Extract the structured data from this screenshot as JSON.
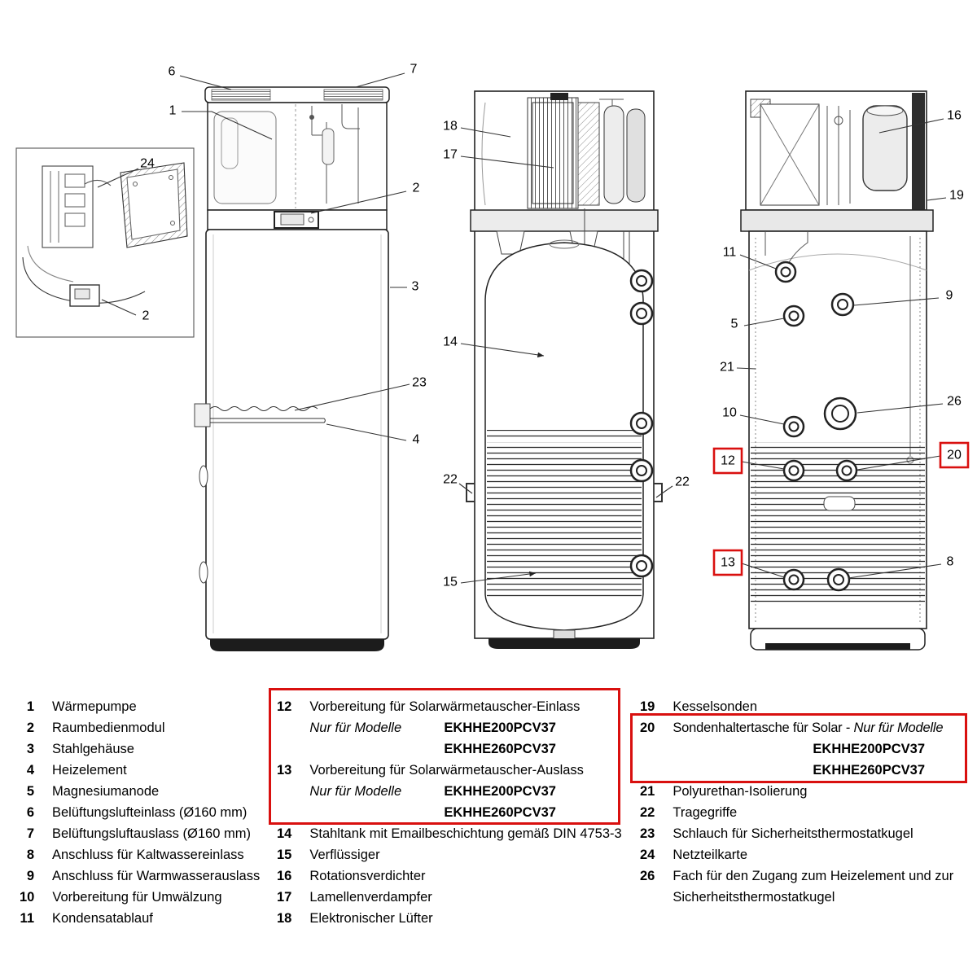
{
  "colors": {
    "highlight": "#d9100f",
    "line": "#222222"
  },
  "callouts": {
    "n1": "1",
    "n2": "2",
    "n3": "3",
    "n4": "4",
    "n5": "5",
    "n6": "6",
    "n7": "7",
    "n8": "8",
    "n9": "9",
    "n10": "10",
    "n11": "11",
    "n12": "12",
    "n13": "13",
    "n14": "14",
    "n15": "15",
    "n16": "16",
    "n17": "17",
    "n18": "18",
    "n19": "19",
    "n20": "20",
    "n21": "21",
    "n22": "22",
    "n23": "23",
    "n24": "24",
    "n26": "26"
  },
  "legend": {
    "col1": [
      {
        "num": "1",
        "text": "Wärmepumpe"
      },
      {
        "num": "2",
        "text": "Raumbedienmodul"
      },
      {
        "num": "3",
        "text": "Stahlgehäuse"
      },
      {
        "num": "4",
        "text": "Heizelement"
      },
      {
        "num": "5",
        "text": "Magnesiumanode"
      },
      {
        "num": "6",
        "text": "Belüftungslufteinlass (Ø160 mm)"
      },
      {
        "num": "7",
        "text": "Belüftungsluftauslass (Ø160 mm)"
      },
      {
        "num": "8",
        "text": "Anschluss für Kaltwassereinlass"
      },
      {
        "num": "9",
        "text": "Anschluss für Warmwasserauslass"
      },
      {
        "num": "10",
        "text": "Vorbereitung für Umwälzung"
      },
      {
        "num": "11",
        "text": "Kondensatablauf"
      }
    ],
    "col2": {
      "item12": {
        "num": "12",
        "text": "Vorbereitung für Solarwärmetauscher-Einlass",
        "note": "Nur für Modelle",
        "models": [
          "EKHHE200PCV37",
          "EKHHE260PCV37"
        ]
      },
      "item13": {
        "num": "13",
        "text": "Vorbereitung für Solarwärmetauscher-Auslass",
        "note": "Nur für Modelle",
        "models": [
          "EKHHE200PCV37",
          "EKHHE260PCV37"
        ]
      },
      "rest": [
        {
          "num": "14",
          "text": "Stahltank mit Emailbeschichtung gemäß DIN 4753-3"
        },
        {
          "num": "15",
          "text": "Verflüssiger"
        },
        {
          "num": "16",
          "text": "Rotationsverdichter"
        },
        {
          "num": "17",
          "text": "Lamellenverdampfer"
        },
        {
          "num": "18",
          "text": "Elektronischer Lüfter"
        }
      ]
    },
    "col3": {
      "item19": {
        "num": "19",
        "text": "Kesselsonden"
      },
      "item20": {
        "num": "20",
        "text": "Sondenhaltertasche für Solar - ",
        "note": "Nur für Modelle",
        "models": [
          "EKHHE200PCV37",
          "EKHHE260PCV37"
        ]
      },
      "rest": [
        {
          "num": "21",
          "text": "Polyurethan-Isolierung"
        },
        {
          "num": "22",
          "text": "Tragegriffe"
        },
        {
          "num": "23",
          "text": "Schlauch für Sicherheitsthermostatkugel"
        },
        {
          "num": "24",
          "text": "Netzteilkarte"
        },
        {
          "num": "26",
          "text": "Fach für den Zugang zum Heizelement und zur Sicherheitsthermostatkugel"
        }
      ]
    }
  }
}
